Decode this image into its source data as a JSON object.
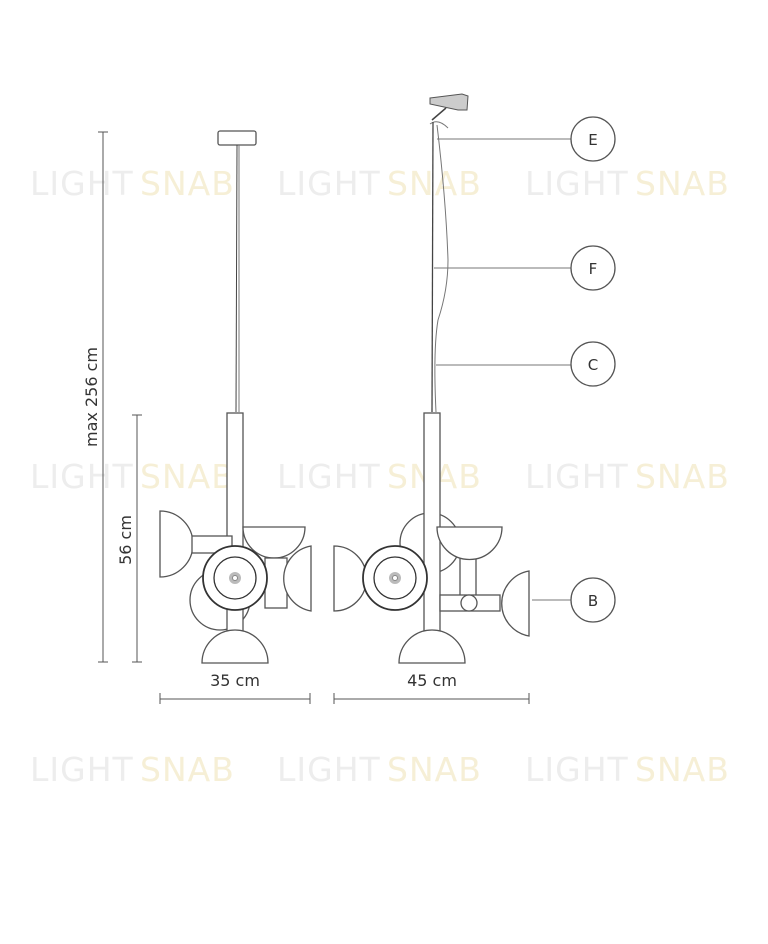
{
  "watermark": {
    "word1": "LIGHT",
    "word2": "SNAB"
  },
  "dimensions": {
    "max_height": "max 256 cm",
    "body_height": "56 cm",
    "front_width": "35 cm",
    "side_width": "45 cm"
  },
  "callouts": [
    "E",
    "F",
    "C",
    "B"
  ],
  "colors": {
    "line": "#555555",
    "watermark_gray": "#ededed",
    "watermark_yellow": "#f6efd6"
  }
}
